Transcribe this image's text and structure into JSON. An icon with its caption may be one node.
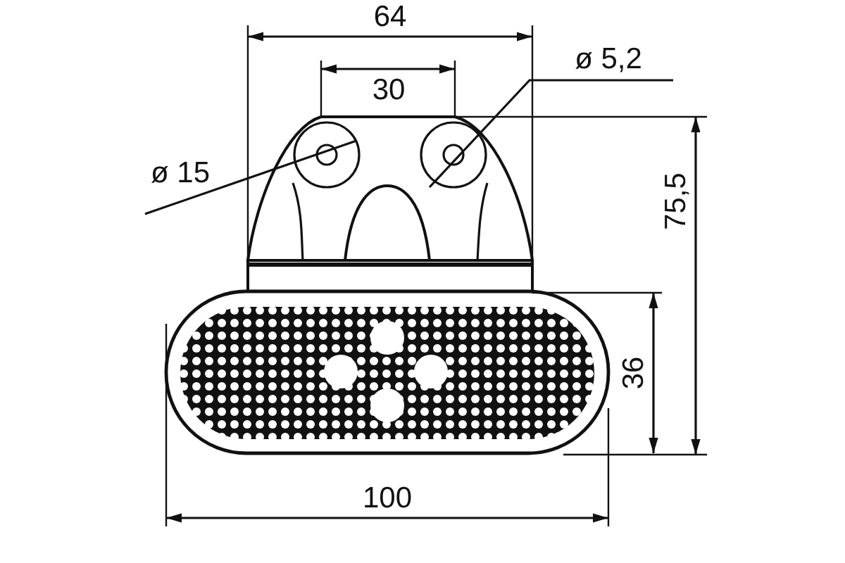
{
  "diagram": {
    "labels": [
      "64",
      "ø 5,2",
      "30",
      "ø 15",
      "75,5",
      "36",
      "100"
    ]
  }
}
